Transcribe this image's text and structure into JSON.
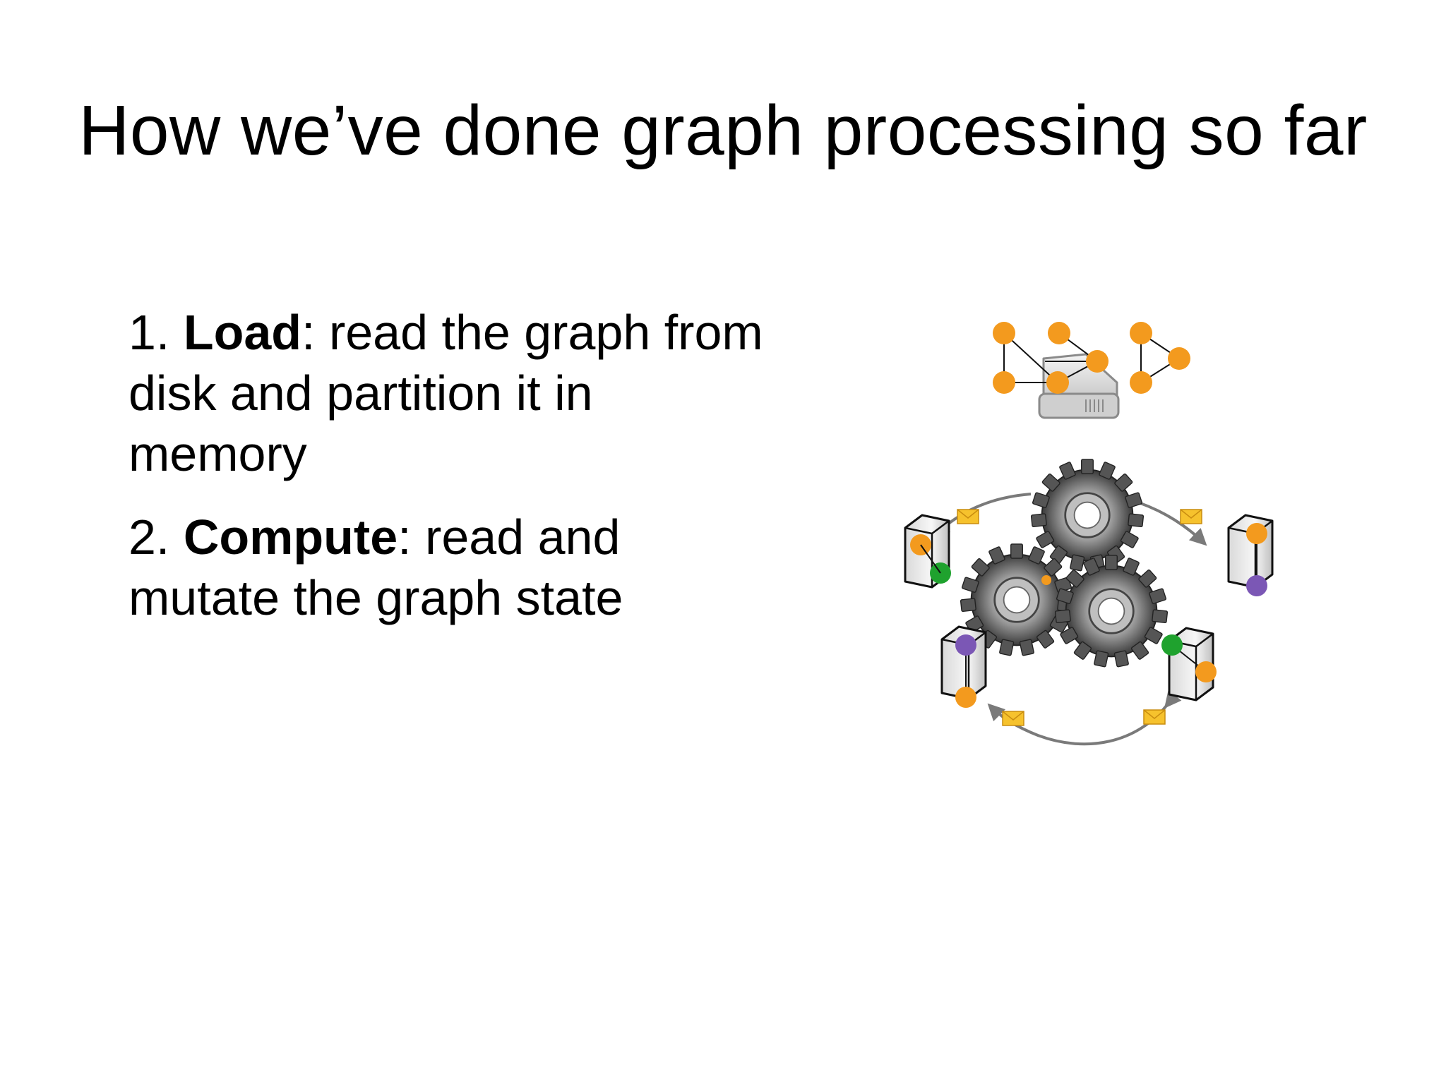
{
  "slide": {
    "title": "How we’ve done graph processing so far",
    "items": [
      {
        "number": "1. ",
        "term": "Load",
        "description": ": read the graph from disk and partition it in memory"
      },
      {
        "number": "2. ",
        "term": "Compute",
        "description": ": read and mutate the graph state"
      }
    ]
  },
  "illustration": {
    "icons": [
      "graph-icon",
      "hard-disk-icon",
      "gears-icon",
      "server-icon",
      "message-envelope-icon",
      "cycle-arrow-icon"
    ],
    "colors": {
      "node_orange": "#f39a1e",
      "node_green": "#1fa22e",
      "node_purple": "#7b57b5",
      "arrow_gray": "#7a7a7a",
      "envelope_yellow": "#f6c22d"
    }
  }
}
